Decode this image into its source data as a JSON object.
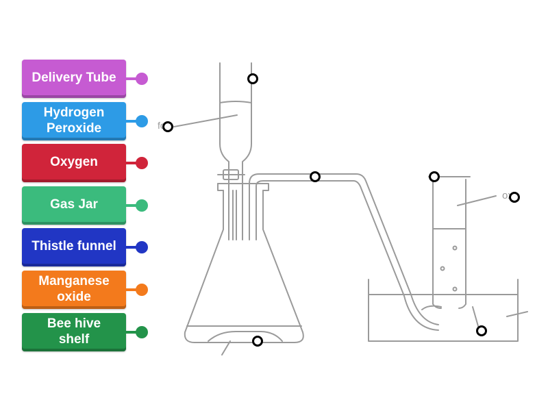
{
  "labels": [
    {
      "text": "Delivery Tube",
      "color": "#c65bd2"
    },
    {
      "text": "Hydrogen\nPeroxide",
      "color": "#2d9be6"
    },
    {
      "text": "Oxygen",
      "color": "#d0243a"
    },
    {
      "text": "Gas Jar",
      "color": "#3bbb7d"
    },
    {
      "text": "Thistle funnel",
      "color": "#2136c4"
    },
    {
      "text": "Manganese\noxide",
      "color": "#f37a1c"
    },
    {
      "text": "Bee hive\nshelf",
      "color": "#23934a"
    }
  ],
  "diagram": {
    "fragment_left": "fo",
    "fragment_right": "oxy"
  },
  "colors": {
    "drawing_line": "#9a9a9a",
    "pin_border": "#000000",
    "pin_fill": "#ffffff"
  }
}
